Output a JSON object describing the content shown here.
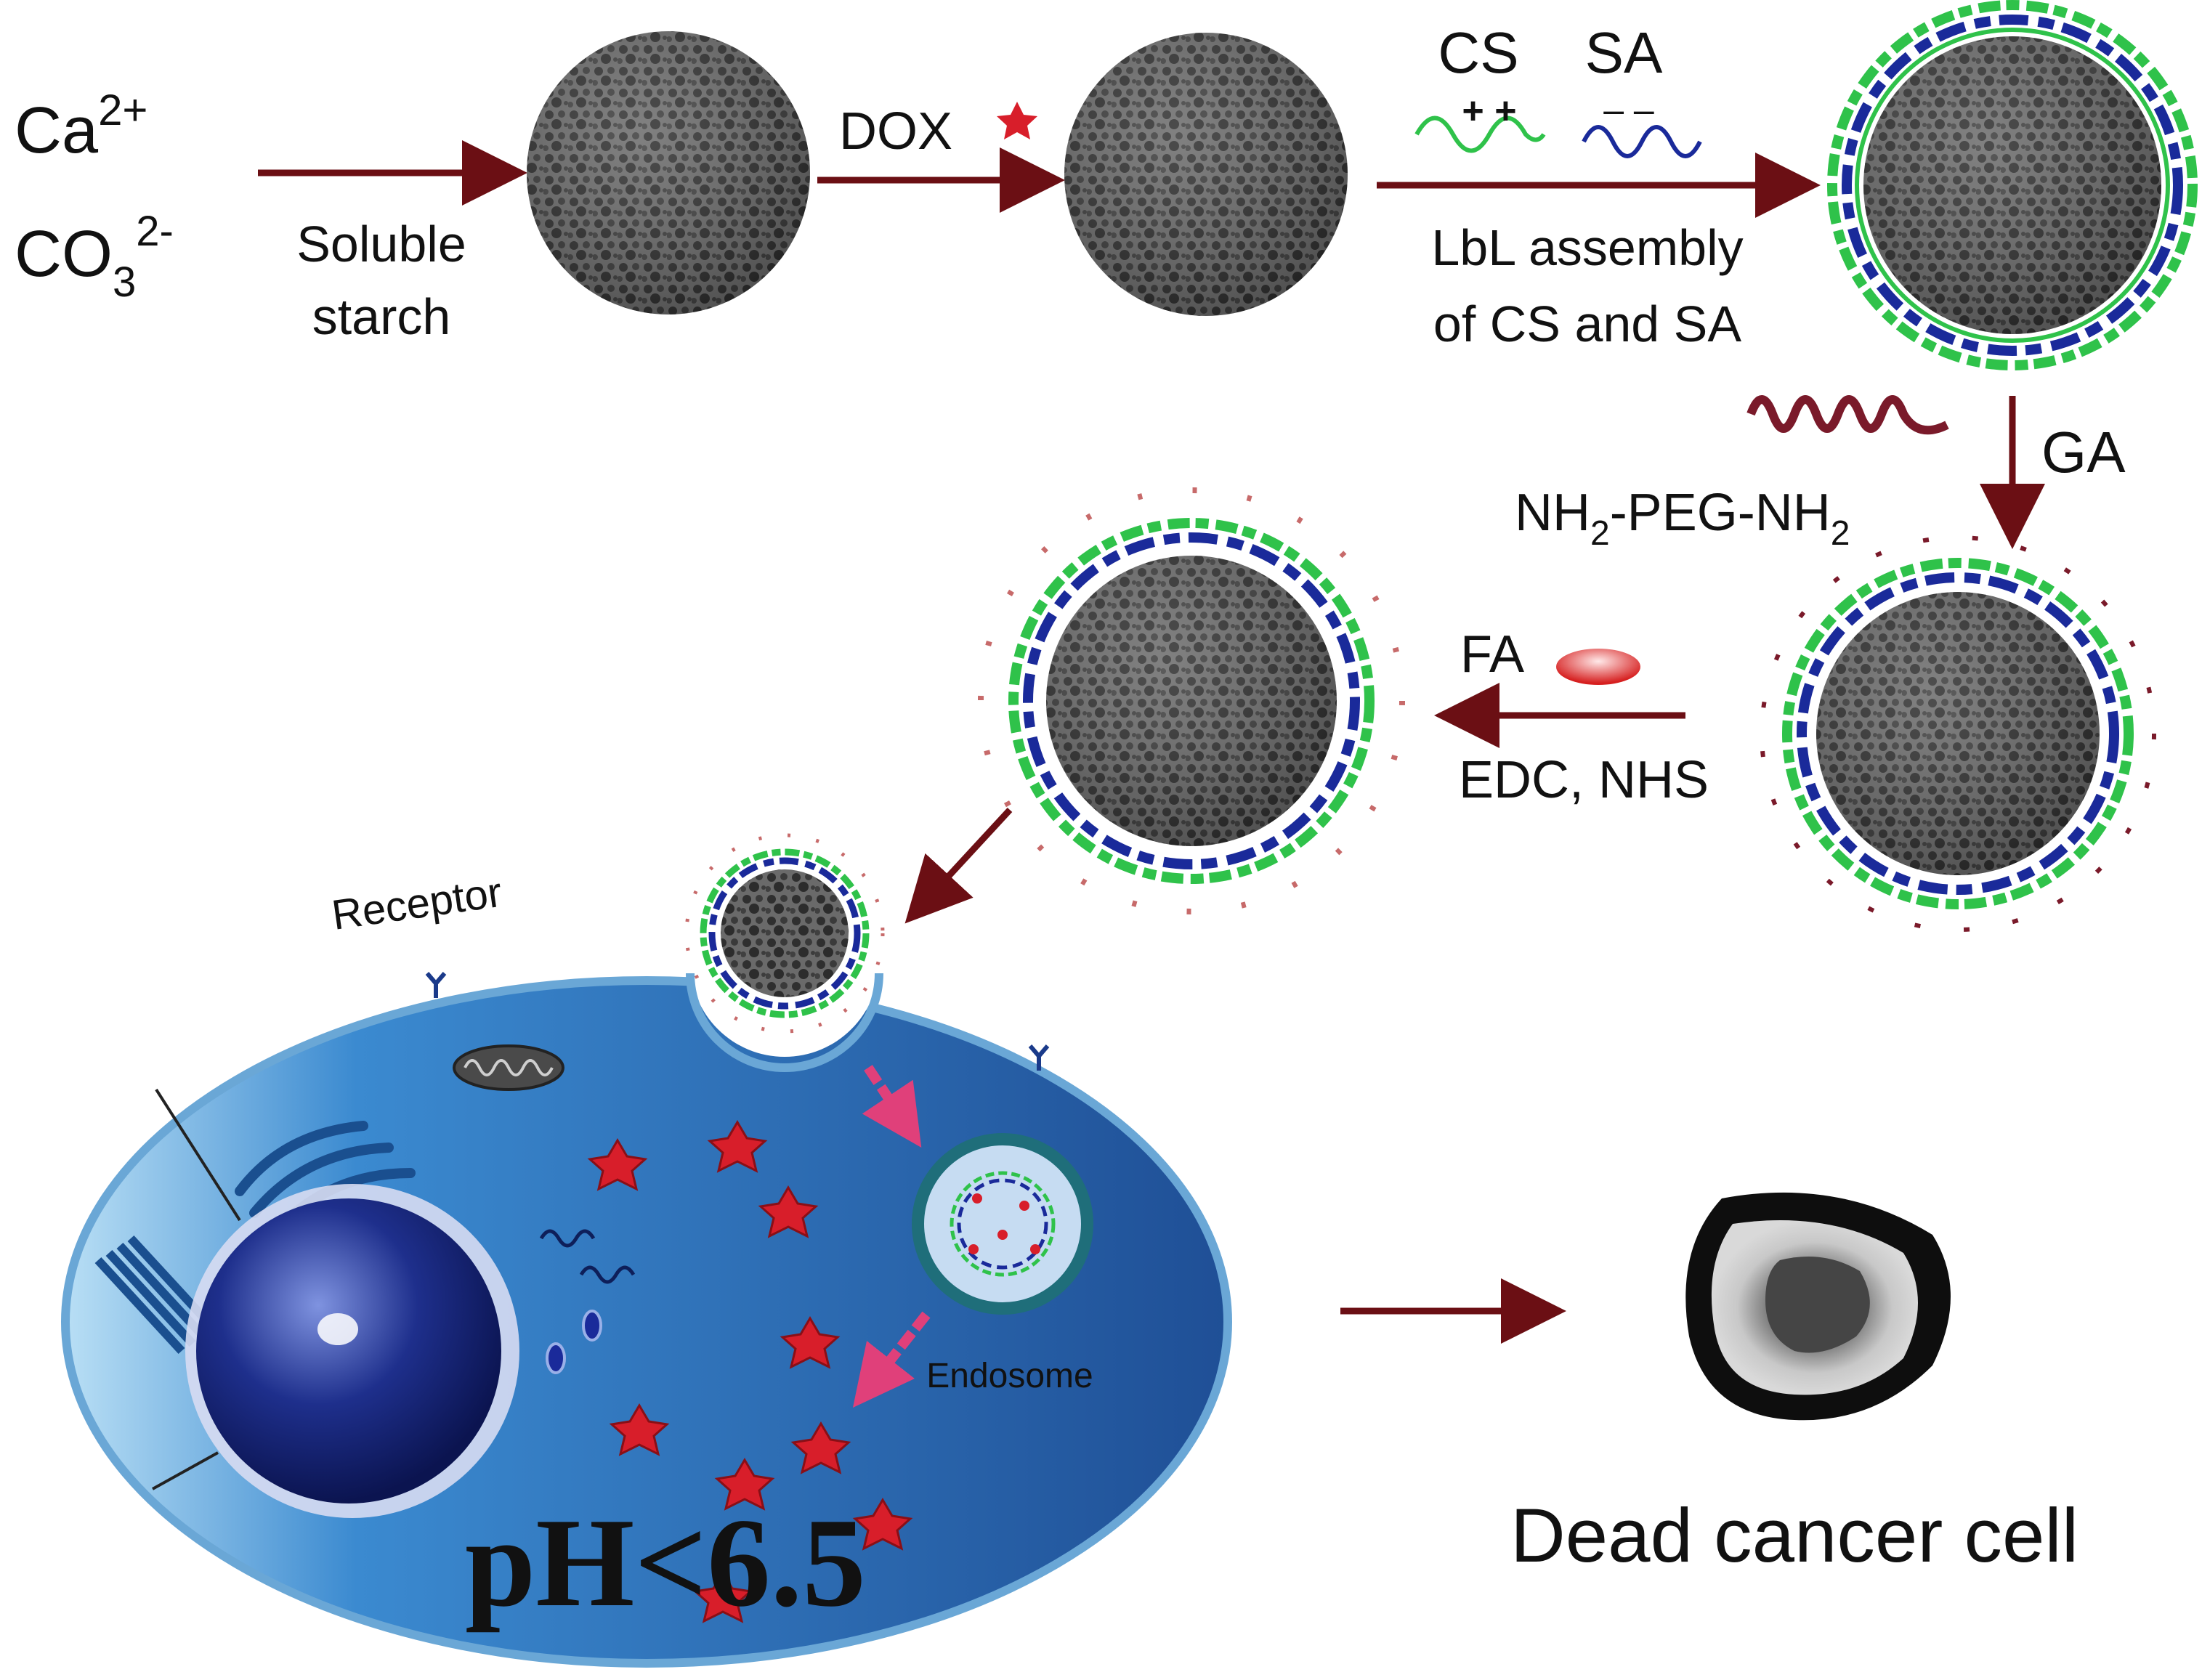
{
  "reagents": {
    "ion1_base": "Ca",
    "ion1_sup": "2+",
    "ion2_base": "CO",
    "ion2_sub": "3",
    "ion2_sup": "2-"
  },
  "steps": {
    "step1_line1": "Soluble",
    "step1_line2": "starch",
    "step2": "DOX",
    "cs_label": "CS",
    "sa_label": "SA",
    "cs_charges": "+ +",
    "sa_charges": "– –",
    "step3_line1": "LbL assembly",
    "step3_line2": "of CS and SA",
    "step4": "GA",
    "peg_a": "NH",
    "peg_sub1": "2",
    "peg_b": "-PEG-NH",
    "peg_sub2": "2",
    "step5_reagent": "FA",
    "step5_conditions": "EDC, NHS"
  },
  "cell": {
    "receptor_label": "Receptor",
    "endosome_label": "Endosome",
    "ph_label": "pH<6.5"
  },
  "result": {
    "label": "Dead cancer cell"
  },
  "colors": {
    "arrow": "#6b0f14",
    "chitosan": "#2fc24a",
    "alginate": "#1a2a9a",
    "dox": "#d81e2a",
    "peg": "#7a1a2a",
    "cell_body": "#2a63a8",
    "nanoparticle_core": "#6e6e6e",
    "pink_arrow": "#e0407a"
  }
}
